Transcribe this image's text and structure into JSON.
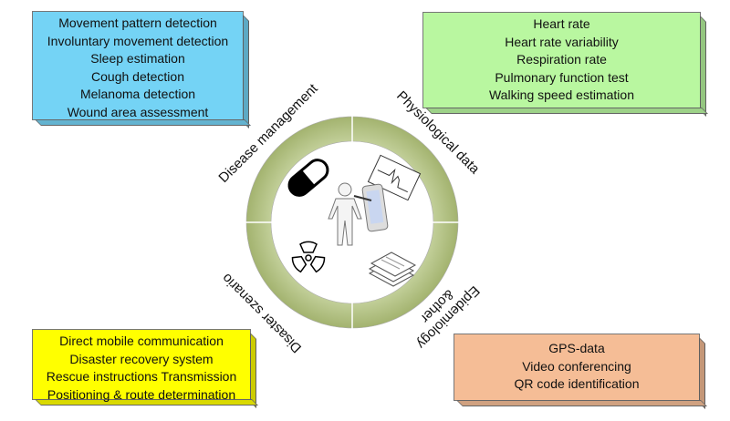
{
  "disease_management": {
    "label": "Disease management",
    "items": [
      "Movement pattern detection",
      "Involuntary movement detection",
      "Sleep estimation",
      "Cough detection",
      "Melanoma detection",
      "Wound area assessment"
    ]
  },
  "physiological_data": {
    "label": "Physiological data",
    "items": [
      "Heart rate",
      "Heart rate variability",
      "Respiration rate",
      "Pulmonary function test",
      "Walking speed estimation"
    ]
  },
  "disaster": {
    "label": "Disaster szenario",
    "items": [
      "Direct mobile communication",
      "Disaster recovery system",
      "Rescue instructions Transmission",
      "Positioning & route determination"
    ]
  },
  "epidemiology": {
    "label_line1": "Epidemiology",
    "label_line2": "&other",
    "items": [
      "GPS-data",
      "Video conferencing",
      "QR code identification"
    ]
  },
  "colors": {
    "disease": "#74d3f5",
    "physio": "#b9f7a0",
    "disaster": "#ffff00",
    "epi": "#f5bd96",
    "ring": "#a9b97a"
  },
  "icons": [
    "pill-icon",
    "ecg-icon",
    "person-tablet-icon",
    "radiation-icon",
    "documents-icon"
  ]
}
